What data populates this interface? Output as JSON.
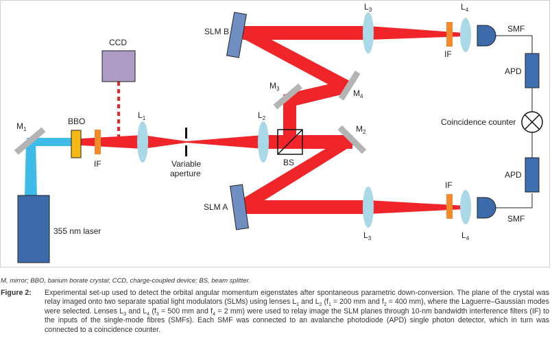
{
  "diagram": {
    "labels": {
      "m1": "M",
      "m1_sub": "1",
      "bbo": "BBO",
      "if_main": "IF",
      "ccd": "CCD",
      "l1": "L",
      "l1_sub": "1",
      "variable": "Variable",
      "aperture": "aperture",
      "l2": "L",
      "l2_sub": "2",
      "bs": "BS",
      "m2": "M",
      "m2_sub": "2",
      "m3": "M",
      "m3_sub": "3",
      "m4": "M",
      "m4_sub": "4",
      "slm_b": "SLM B",
      "slm_a": "SLM A",
      "l3_top": "L",
      "l3_top_sub": "3",
      "l4_top": "L",
      "l4_top_sub": "4",
      "if_top": "IF",
      "smf_top": "SMF",
      "apd_top": "APD",
      "coincidence": "Coincidence counter",
      "apd_bottom": "APD",
      "if_bottom": "IF",
      "smf_bottom": "SMF",
      "l3_bottom": "L",
      "l3_bottom_sub": "3",
      "l4_bottom": "L",
      "l4_bottom_sub": "4",
      "laser": "355 nm laser"
    },
    "colors": {
      "red_beam": "#f0252a",
      "blue_beam": "#3fbbe8",
      "lens": "#a9d8e6",
      "slm": "#6f8fc2",
      "laser": "#3d6aab",
      "ccd": "#ad9cc4",
      "filter": "#f58a2a",
      "bbo": "#f6b914",
      "mirror": "#b4b4b4",
      "apd": "#3f6fb0"
    }
  },
  "abbreviations": "M, mirror; BBO, barium borate crystal; CCD, charge-coupled device; BS, beam splitter.",
  "caption": {
    "label": "Figure 2:",
    "p1": "Experimental set-up used to detect the orbital angular momentum eigenstates after spontaneous parametric down-conversion. The plane of the crystal was relay imaged onto two separate spatial light modulators (SLMs) using lenses L",
    "s1": "1",
    "p2": " and L",
    "s2": "2",
    "p3": " (f",
    "s3": "1",
    "p4": " = 200 mm and f",
    "s4": "2",
    "p5": " = 400 mm), where the Laguerre–Gaussian modes were selected. Lenses L",
    "s5": "3",
    "p6": " and L",
    "s6": "4",
    "p7": " (f",
    "s7": "3",
    "p8": " = 500 mm and f",
    "s8": "4",
    "p9": " = 2 mm) were used to relay image the SLM planes through 10-nm bandwidth interference filters (IF) to the inputs of the single-mode fibres (SMFs). Each SMF was connected to an avalanche photodiode (APD) single photon detector, which in turn was connected to a coincidence counter."
  }
}
